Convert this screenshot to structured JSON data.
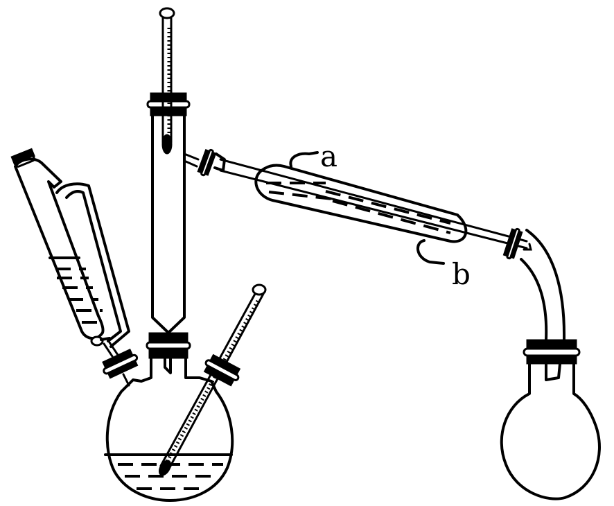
{
  "figure": {
    "description": "Distillation apparatus: three-neck round-bottom flask with dropping (pressure-equalizing) funnel, fractionating column with thermometer, internal thermometer, straight (Liebig) condenser with water inlet/outlet, adapter and receiving flask",
    "labels": {
      "a": "a",
      "b": "b"
    },
    "components": [
      "dropping-funnel",
      "three-neck-flask",
      "fractionating-column",
      "column-thermometer",
      "flask-thermometer",
      "condenser",
      "adapter",
      "receiving-flask"
    ],
    "colors": {
      "line": "#000000",
      "background": "#ffffff"
    }
  }
}
